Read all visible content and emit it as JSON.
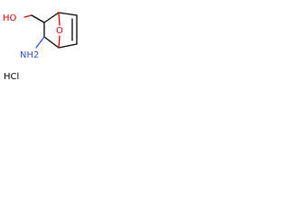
{
  "structure": {
    "atoms": {
      "hydroxyl": "HO",
      "bridge_oxygen": "O",
      "amine": "NH2",
      "amine_h": "H",
      "amine_n": "N",
      "salt": "HCl"
    },
    "colors": {
      "bond": "#000000",
      "oxygen": "#d40000",
      "nitrogen": "#3050d0",
      "text": "#000000"
    }
  }
}
